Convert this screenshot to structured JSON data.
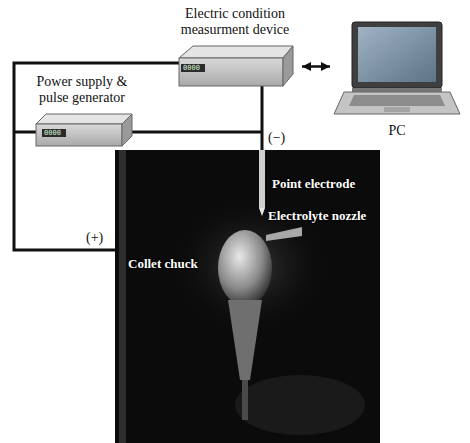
{
  "diagram": {
    "nodes": [
      {
        "text": [
          "Electric condition measurment device"
        ]
      },
      {
        "text": [
          "Power supply & pulse generator"
        ]
      },
      {
        "text": [
          "PC"
        ]
      }
    ],
    "edges": [
      {
        "from": 0,
        "to": 2,
        "arrow": "both"
      }
    ],
    "labels": [
      "0000",
      "0000",
      "(−)",
      "Point electrode",
      "Electrolyte nozzle",
      "(+)",
      "Collet chuck"
    ]
  }
}
